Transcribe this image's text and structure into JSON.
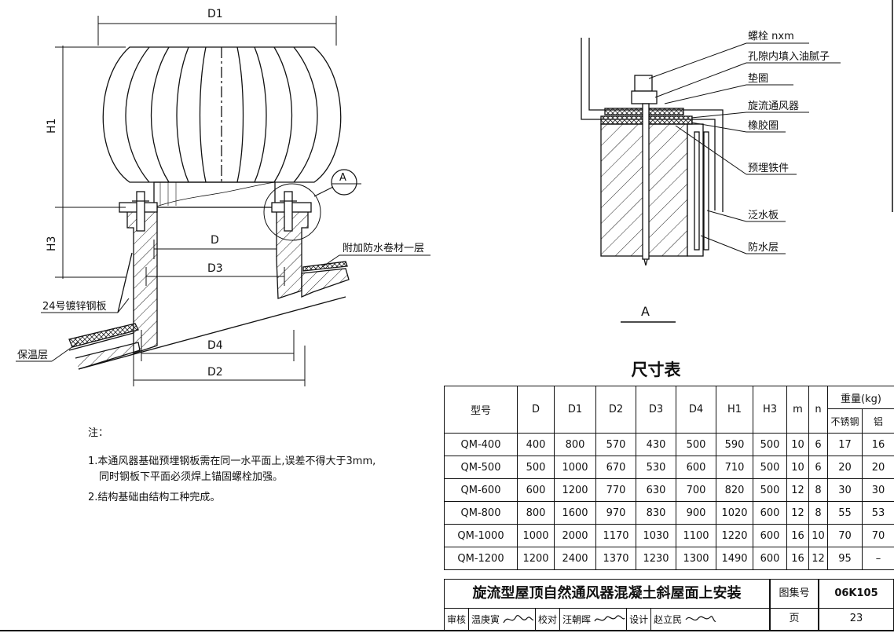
{
  "drawing": {
    "labels": {
      "d1": "D1",
      "h1": "H1",
      "h3": "H3",
      "d": "D",
      "d3": "D3",
      "d4": "D4",
      "d2": "D2",
      "waterproof_extra": "附加防水卷材一层",
      "steel_plate": "24号镀锌钢板",
      "insulation": "保温层",
      "detail_ref": "A"
    },
    "detail_labels": {
      "bolt": "螺栓 nxm",
      "putty": "孔隙内填入油腻子",
      "washer": "垫圈",
      "ventilator": "旋流通风器",
      "rubber_ring": "橡胶圈",
      "embedded": "预埋铁件",
      "flashing": "泛水板",
      "waterproof_layer": "防水层",
      "section": "A"
    }
  },
  "notes": {
    "title": "注：",
    "items": [
      {
        "line1": "1.本通风器基础预埋钢板需在同一水平面上,误差不得大于3mm,",
        "line2": "同时钢板下平面必须焊上锚固螺栓加强。"
      },
      {
        "line1": "2.结构基础由结构工种完成。",
        "line2": ""
      }
    ]
  },
  "size_table": {
    "title": "尺寸表",
    "headers": [
      "型号",
      "D",
      "D1",
      "D2",
      "D3",
      "D4",
      "H1",
      "H3",
      "m",
      "n"
    ],
    "weight_header": "重量(kg)",
    "weight_sub": [
      "不锈钢",
      "铝"
    ],
    "rows": [
      [
        "QM-400",
        "400",
        "800",
        "570",
        "430",
        "500",
        "590",
        "500",
        "10",
        "6",
        "17",
        "16"
      ],
      [
        "QM-500",
        "500",
        "1000",
        "670",
        "530",
        "600",
        "710",
        "500",
        "10",
        "6",
        "20",
        "20"
      ],
      [
        "QM-600",
        "600",
        "1200",
        "770",
        "630",
        "700",
        "820",
        "500",
        "12",
        "8",
        "30",
        "30"
      ],
      [
        "QM-800",
        "800",
        "1600",
        "970",
        "830",
        "900",
        "1020",
        "600",
        "12",
        "8",
        "55",
        "53"
      ],
      [
        "QM-1000",
        "1000",
        "2000",
        "1170",
        "1030",
        "1100",
        "1220",
        "600",
        "16",
        "10",
        "70",
        "70"
      ],
      [
        "QM-1200",
        "1200",
        "2400",
        "1370",
        "1230",
        "1300",
        "1490",
        "600",
        "16",
        "12",
        "95",
        "–"
      ]
    ]
  },
  "title_block": {
    "title": "旋流型屋顶自然通风器混凝土斜屋面上安装",
    "atlas_label": "图集号",
    "atlas_no": "06K105",
    "page_label": "页",
    "page_no": "23",
    "review_label": "审核",
    "reviewer": "温庚寅",
    "check_label": "校对",
    "checker": "汪朝晖",
    "design_label": "设计",
    "designer": "赵立民"
  }
}
